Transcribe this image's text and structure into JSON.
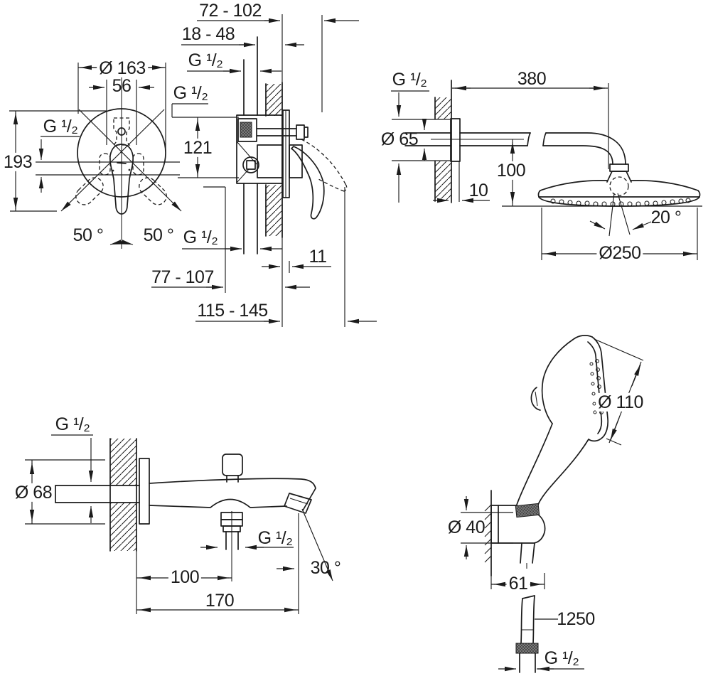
{
  "colors": {
    "line": "#1b1b1b",
    "background": "#ffffff"
  },
  "views": {
    "mixer_front": {
      "labels": {
        "escutcheon_diameter": "Ø 163",
        "handle_width": "56",
        "thread_side": "G ¹/₂",
        "overall_height": "193",
        "swivel_left": "50 °",
        "swivel_right": "50 °"
      }
    },
    "mixer_side": {
      "labels": {
        "install_depth_range": "72 - 102",
        "wall_depth_range": "18 - 48",
        "thread_top": "G ¹/₂",
        "thread_shower_outlet": "G ¹/₂",
        "port_distance": "121",
        "thread_bottom": "G ¹/₂",
        "plate_thickness": "11",
        "body_depth_range": "77 - 107",
        "handle_projection_range": "115 - 145"
      }
    },
    "head_shower": {
      "labels": {
        "thread": "G ¹/₂",
        "arm_length": "380",
        "flange_diameter": "Ø 65",
        "head_drop": "100",
        "flange_depth": "10",
        "swivel_angle": "20 °",
        "head_diameter": "Ø250"
      }
    },
    "bath_spout": {
      "labels": {
        "thread_inlet": "G ¹/₂",
        "flange_diameter": "Ø 68",
        "thread_outlet": "G ¹/₂",
        "outlet_offset": "100",
        "spout_length": "170",
        "outlet_angle": "30 °"
      }
    },
    "hand_shower": {
      "labels": {
        "head_diameter": "Ø 110",
        "holder_diameter": "Ø 40",
        "holder_depth": "61",
        "hose_length": "1250",
        "thread": "G ¹/₂"
      }
    }
  }
}
